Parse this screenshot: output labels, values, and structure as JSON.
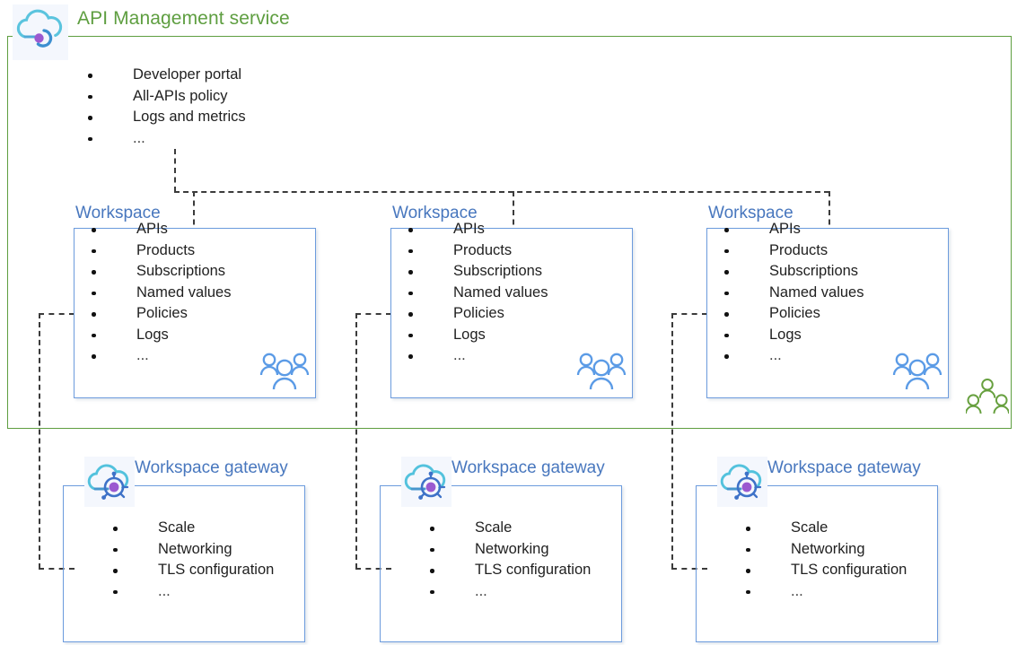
{
  "diagram": {
    "title": "API Management service",
    "colors": {
      "service_border": "#5E9E40",
      "service_title": "#5E9E40",
      "workspace_border": "#6C9BDD",
      "workspace_title": "#4877BE",
      "connector": "#3b3b3b",
      "people_blue": "#5B9BE6",
      "people_green": "#67A03F"
    },
    "service": {
      "icon": "api-management-cloud-icon",
      "items": [
        "Developer portal",
        "All-APIs policy",
        "Logs and metrics",
        "..."
      ]
    },
    "workspaces": [
      {
        "title": "Workspace",
        "items": [
          "APIs",
          "Products",
          "Subscriptions",
          "Named values",
          "Policies",
          "Logs",
          "..."
        ],
        "people_icon": "people-group-icon"
      },
      {
        "title": "Workspace",
        "items": [
          "APIs",
          "Products",
          "Subscriptions",
          "Named values",
          "Policies",
          "Logs",
          "..."
        ],
        "people_icon": "people-group-icon"
      },
      {
        "title": "Workspace",
        "items": [
          "APIs",
          "Products",
          "Subscriptions",
          "Named values",
          "Policies",
          "Logs",
          "..."
        ],
        "people_icon": "people-group-icon"
      }
    ],
    "gateways": [
      {
        "title": "Workspace gateway",
        "icon": "workspace-gateway-cloud-icon",
        "items": [
          "Scale",
          "Networking",
          "TLS configuration",
          "..."
        ]
      },
      {
        "title": "Workspace gateway",
        "icon": "workspace-gateway-cloud-icon",
        "items": [
          "Scale",
          "Networking",
          "TLS configuration",
          "..."
        ]
      },
      {
        "title": "Workspace gateway",
        "icon": "workspace-gateway-cloud-icon",
        "items": [
          "Scale",
          "Networking",
          "TLS configuration",
          "..."
        ]
      }
    ],
    "service_people_icon": "people-group-icon"
  }
}
